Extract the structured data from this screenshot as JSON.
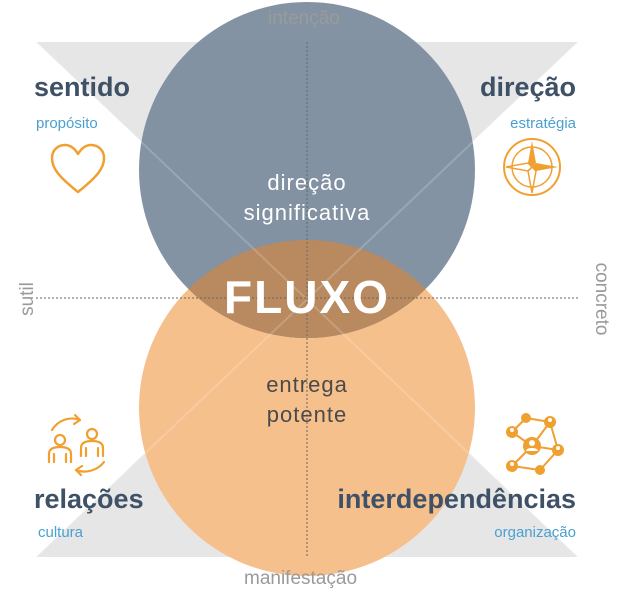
{
  "axes": {
    "top": "intenção",
    "bottom": "manifestação",
    "left": "sutil",
    "right": "concreto"
  },
  "corners": {
    "top_left": {
      "title": "sentido",
      "subtitle": "propósito",
      "icon": "heart-icon"
    },
    "top_right": {
      "title": "direção",
      "subtitle": "estratégia",
      "icon": "compass-icon"
    },
    "bottom_left": {
      "title": "relações",
      "subtitle": "cultura",
      "icon": "people-cycle-icon"
    },
    "bottom_right": {
      "title": "interdependências",
      "subtitle": "organização",
      "icon": "network-icon"
    }
  },
  "circles": {
    "upper": {
      "line1": "direção",
      "line2": "significativa",
      "color": "#7a8b9c"
    },
    "lower": {
      "line1": "entrega",
      "line2": "potente",
      "color": "#f6c08d"
    },
    "overlap": {
      "label": "FLUXO",
      "color": "#b98a5f"
    }
  },
  "colors": {
    "icon_orange": "#f0a030",
    "title_navy": "#3f5166",
    "subtitle_blue": "#4aa0d0",
    "axis_gray": "#9a9a9a",
    "triangle_gray": "#e6e6e6"
  }
}
